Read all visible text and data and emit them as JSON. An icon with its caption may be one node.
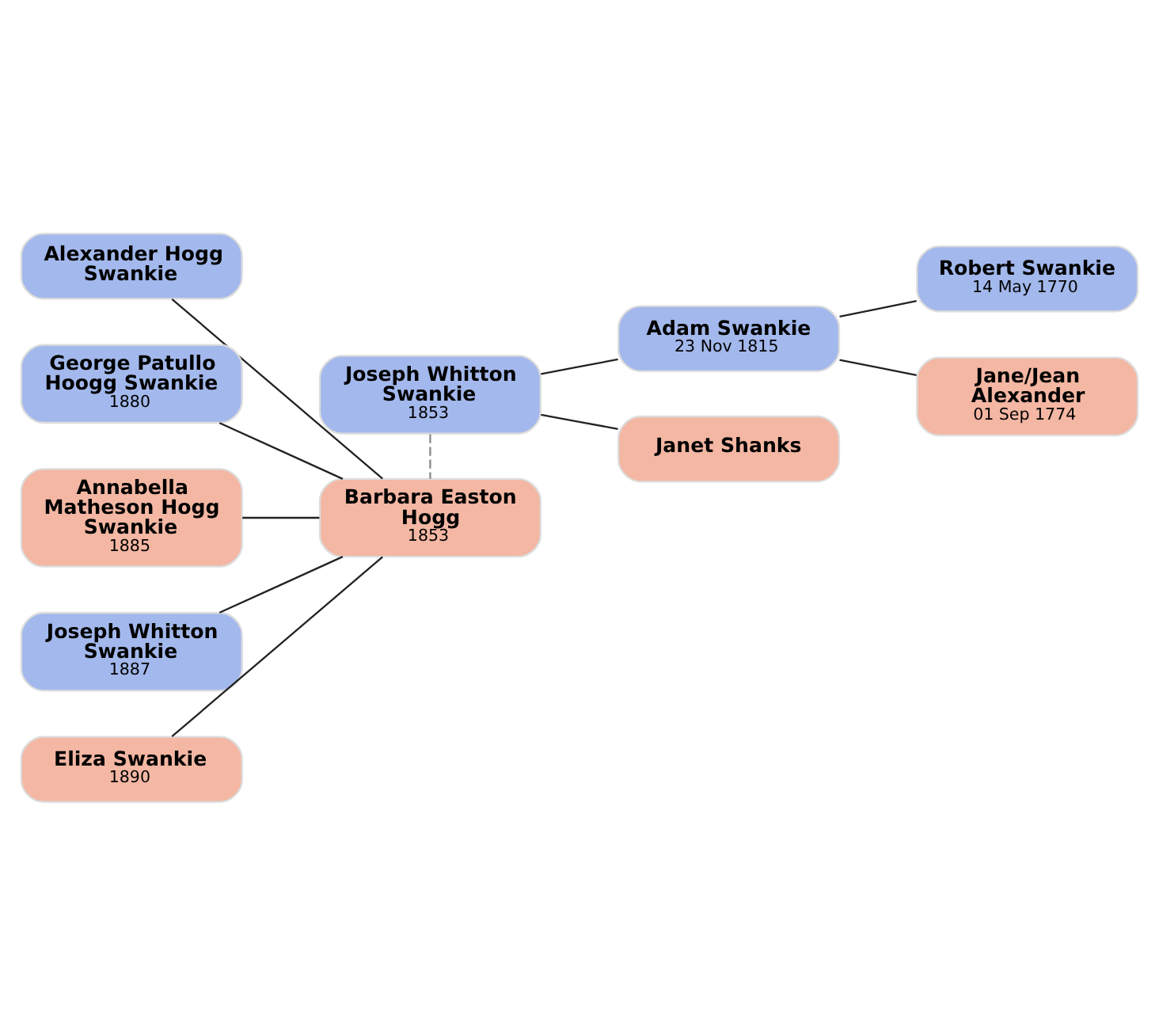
{
  "diagram": {
    "nodes": [
      {
        "text": [
          "Joseph Whitton Swankie",
          "1853"
        ]
      },
      {
        "text": [
          "Adam Swankie",
          "23 Nov 1815"
        ]
      },
      {
        "text": [
          "Robert Swankie",
          "14 May 1770"
        ]
      },
      {
        "text": [
          "Jane/Jean Alexander",
          "01 Sep 1774"
        ]
      },
      {
        "text": [
          "Janet Shanks"
        ]
      },
      {
        "text": [
          "Alexander Hogg Swankie"
        ]
      },
      {
        "text": [
          "George Patullo Hoogg Swankie",
          "1880"
        ]
      },
      {
        "text": [
          "Annabella Matheson Hogg Swankie",
          "1885"
        ]
      },
      {
        "text": [
          "Barbara Easton Hogg",
          "1853"
        ]
      },
      {
        "text": [
          "Joseph Whitton Swankie",
          "1887"
        ]
      },
      {
        "text": [
          "Eliza Swankie",
          "1890"
        ]
      }
    ],
    "edges": [
      {
        "from": 0,
        "to": 1,
        "arrow": "none"
      },
      {
        "from": 0,
        "to": 4,
        "arrow": "none"
      },
      {
        "from": 1,
        "to": 2,
        "arrow": "none"
      },
      {
        "from": 1,
        "to": 3,
        "arrow": "none"
      },
      {
        "from": 0,
        "to": 8,
        "arrow": "none",
        "style": "dashed",
        "color": "#888888"
      },
      {
        "from": 5,
        "to": 8,
        "arrow": "none"
      },
      {
        "from": 6,
        "to": 8,
        "arrow": "none"
      },
      {
        "from": 7,
        "to": 8,
        "arrow": "none"
      },
      {
        "from": 9,
        "to": 8,
        "arrow": "none"
      },
      {
        "from": 10,
        "to": 8,
        "arrow": "none"
      }
    ]
  }
}
